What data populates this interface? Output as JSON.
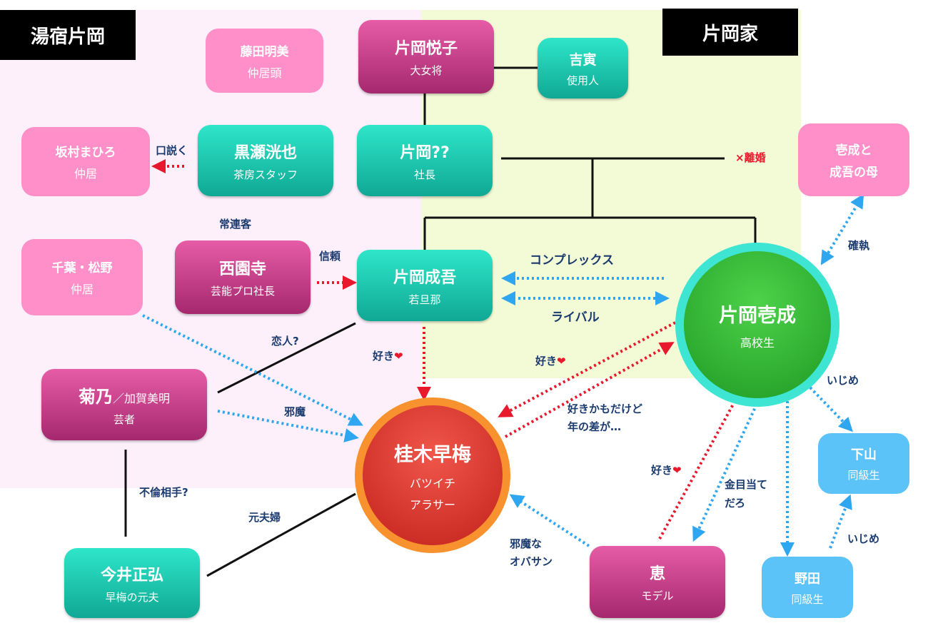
{
  "zones": {
    "yuyado_label": "湯宿片岡",
    "family_label": "片岡家"
  },
  "nodes": {
    "fujita": {
      "name": "藤田明美",
      "role": "仲居頭"
    },
    "etsuko": {
      "name": "片岡悦子",
      "role": "大女将"
    },
    "kichitora": {
      "name": "吉寅",
      "role": "使用人"
    },
    "sakamura": {
      "name": "坂村まひろ",
      "role": "仲居"
    },
    "kurose": {
      "name": "黒瀬洸也",
      "role": "茶房スタッフ"
    },
    "president": {
      "name": "片岡??",
      "role": "社長"
    },
    "mother": {
      "name": "壱成と",
      "role": "成吾の母"
    },
    "chiba": {
      "name": "千葉・松野",
      "role": "仲居"
    },
    "saionji": {
      "name": "西園寺",
      "role": "芸能プロ社長"
    },
    "seigo": {
      "name": "片岡成吾",
      "role": "若旦那"
    },
    "issei": {
      "name": "片岡壱成",
      "role": "高校生"
    },
    "kikuno": {
      "name": "菊乃",
      "name_suffix": "／加賀美明",
      "role": "芸者"
    },
    "sakura": {
      "name": "桂木早梅",
      "role1": "バツイチ",
      "role2": "アラサー"
    },
    "shimoyama": {
      "name": "下山",
      "role": "同級生"
    },
    "imai": {
      "name": "今井正弘",
      "role": "早梅の元夫"
    },
    "megumi": {
      "name": "恵",
      "role": "モデル"
    },
    "noda": {
      "name": "野田",
      "role": "同級生"
    }
  },
  "labels": {
    "kudoku": "口説く",
    "divorce": "×離婚",
    "joren": "常連客",
    "shinrai": "信頼",
    "complex": "コンプレックス",
    "rival": "ライバル",
    "kakushitsu": "確執",
    "koibito": "恋人?",
    "suki_seigo": "好き",
    "suki_issei": "好き",
    "suki_kamo1": "好きかもだけど",
    "suki_kamo2": "年の差が…",
    "jama": "邪魔",
    "ijime1": "いじめ",
    "ijime2": "いじめ",
    "furin": "不倫相手?",
    "motofuufu": "元夫婦",
    "suki_megumi": "好き",
    "kanemeate1": "金目当て",
    "kanemeate2": "だろ",
    "jama_na": "邪魔な",
    "obasan": "オバサン"
  },
  "colors": {
    "yuyado_bg": "#fdf0fb",
    "family_bg": "#f3fbd6",
    "pink_node": "#ff8fc9",
    "teal_node": "#1cc6ad",
    "magenta_node": "#c2407f",
    "blue_node": "#5bc3f7",
    "red_arrow": "#e8192c",
    "blue_arrow": "#2fa6f0"
  }
}
